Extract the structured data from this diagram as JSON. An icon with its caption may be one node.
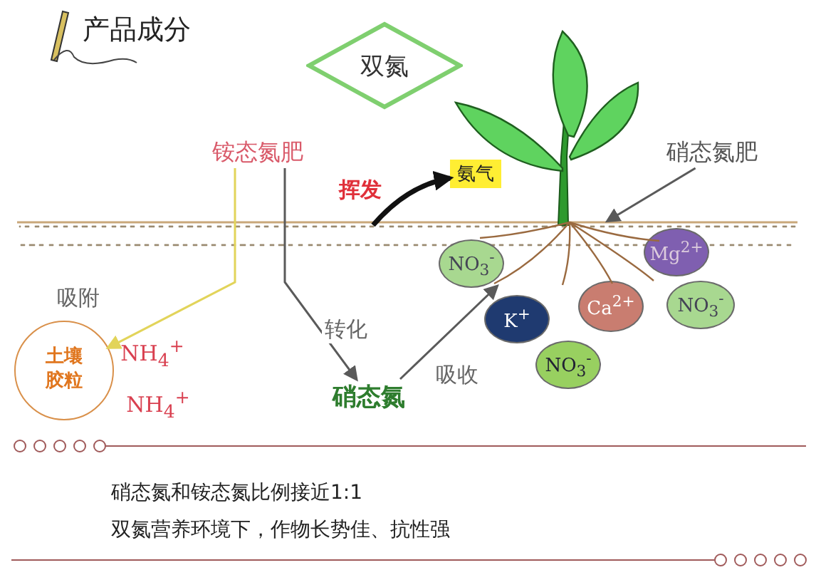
{
  "diagram": {
    "title": "产品成分",
    "nodes": [
      {
        "text": [
          "双氮"
        ]
      },
      {
        "text": [
          "铵态氮肥"
        ]
      },
      {
        "text": [
          "氨气"
        ]
      },
      {
        "text": [
          "硝态氮肥"
        ]
      },
      {
        "text": [
          "土壤胶粒"
        ]
      },
      {
        "text": [
          "NH$_{4}$$^{+}$"
        ]
      },
      {
        "text": [
          "NH$_{4}$$^{+}$"
        ]
      },
      {
        "text": [
          "硝态氮"
        ]
      },
      {
        "text": [
          "NO$_{3}$$^{-}$"
        ]
      },
      {
        "text": [
          "Mg$^{2+}$"
        ]
      },
      {
        "text": [
          "K$^{+}$"
        ]
      },
      {
        "text": [
          "Ca$^{2+}$"
        ]
      },
      {
        "text": [
          "NO$_{3}$$^{-}$"
        ]
      },
      {
        "text": [
          "NO$_{3}$$^{-}$"
        ]
      },
      {
        "text": [],
        "shape": "picture"
      }
    ],
    "edges": [
      {
        "from": 1,
        "to": 4,
        "arrow": "to",
        "label": "吸附",
        "color": "#e2d45a"
      },
      {
        "from": 1,
        "to": 7,
        "arrow": "to",
        "label": "转化"
      },
      {
        "from": null,
        "to": 2,
        "arrow": "to",
        "label": "挥发",
        "style": "thick",
        "color": "#111111"
      },
      {
        "from": 3,
        "to": 14,
        "arrow": "to"
      },
      {
        "from": 7,
        "to": 14,
        "arrow": "to",
        "label": "吸收"
      }
    ],
    "labels": [
      "硝态氮和铵态氮比例接近1:1",
      "双氮营养环境下，作物长势佳、抗性强"
    ]
  }
}
